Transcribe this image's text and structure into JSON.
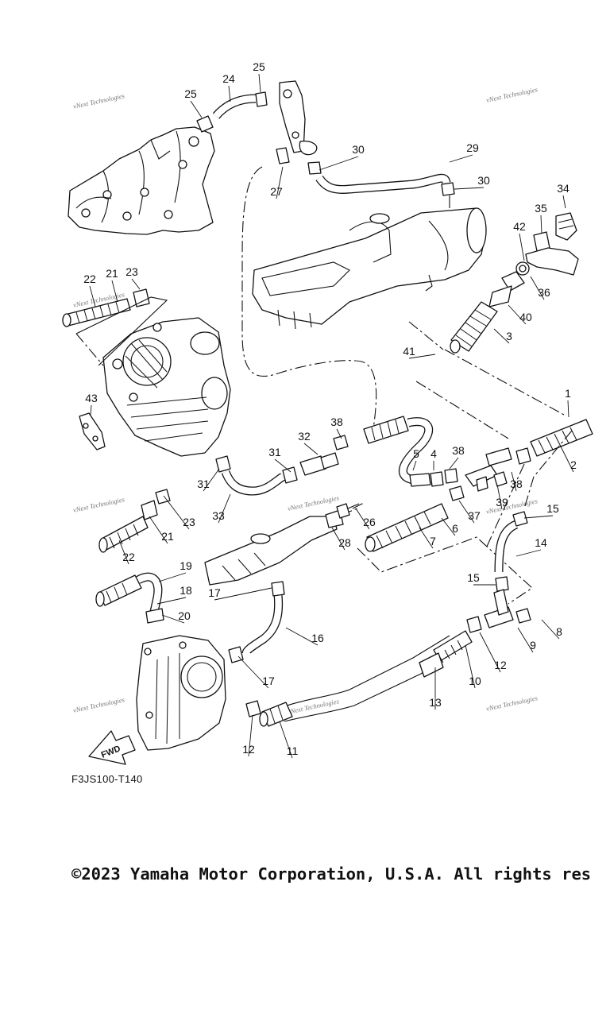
{
  "diagram_code": "F3JS100-T140",
  "copyright": "©2023 Yamaha Motor Corporation, U.S.A. All rights res",
  "fwd_label": "FWD",
  "watermark": "vNext Technologies",
  "parts": [
    {
      "n": "1"
    },
    {
      "n": "2"
    },
    {
      "n": "3"
    },
    {
      "n": "4"
    },
    {
      "n": "5"
    },
    {
      "n": "6"
    },
    {
      "n": "7"
    },
    {
      "n": "8"
    },
    {
      "n": "9"
    },
    {
      "n": "10"
    },
    {
      "n": "11"
    },
    {
      "n": "12"
    },
    {
      "n": "12"
    },
    {
      "n": "13"
    },
    {
      "n": "14"
    },
    {
      "n": "15"
    },
    {
      "n": "15"
    },
    {
      "n": "16"
    },
    {
      "n": "17"
    },
    {
      "n": "17"
    },
    {
      "n": "18"
    },
    {
      "n": "19"
    },
    {
      "n": "20"
    },
    {
      "n": "21"
    },
    {
      "n": "21"
    },
    {
      "n": "22"
    },
    {
      "n": "22"
    },
    {
      "n": "23"
    },
    {
      "n": "23"
    },
    {
      "n": "24"
    },
    {
      "n": "25"
    },
    {
      "n": "25"
    },
    {
      "n": "26"
    },
    {
      "n": "27"
    },
    {
      "n": "28"
    },
    {
      "n": "29"
    },
    {
      "n": "30"
    },
    {
      "n": "30"
    },
    {
      "n": "31"
    },
    {
      "n": "31"
    },
    {
      "n": "32"
    },
    {
      "n": "33"
    },
    {
      "n": "34"
    },
    {
      "n": "35"
    },
    {
      "n": "36"
    },
    {
      "n": "37"
    },
    {
      "n": "38"
    },
    {
      "n": "38"
    },
    {
      "n": "38"
    },
    {
      "n": "39"
    },
    {
      "n": "40"
    },
    {
      "n": "41"
    },
    {
      "n": "42"
    },
    {
      "n": "43"
    }
  ]
}
